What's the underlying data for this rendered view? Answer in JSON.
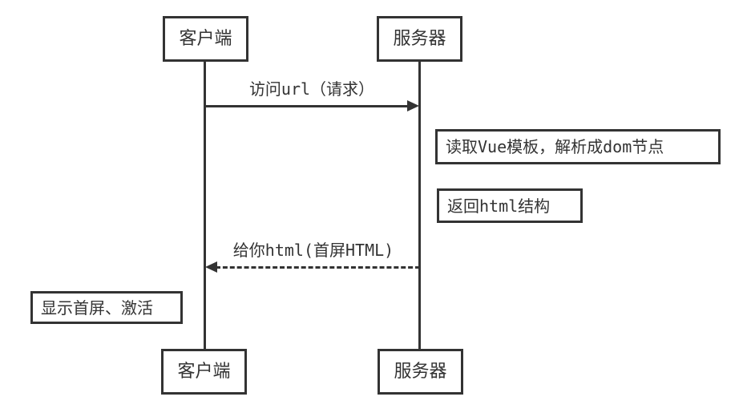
{
  "diagram": {
    "title": "vue-ssr-sequence-diagram",
    "actors": {
      "client_top": "客户端",
      "server_top": "服务器",
      "client_bottom": "客户端",
      "server_bottom": "服务器"
    },
    "messages": {
      "request_label": "访问url（请求）",
      "response_label": "给你html(首屏HTML)"
    },
    "notes": {
      "server_note_1": "读取Vue模板，解析成dom节点",
      "server_note_2": "返回html结构",
      "client_note": "显示首屏、激活"
    },
    "colors": {
      "line": "#333333",
      "text": "#333333",
      "background": "#ffffff"
    }
  }
}
